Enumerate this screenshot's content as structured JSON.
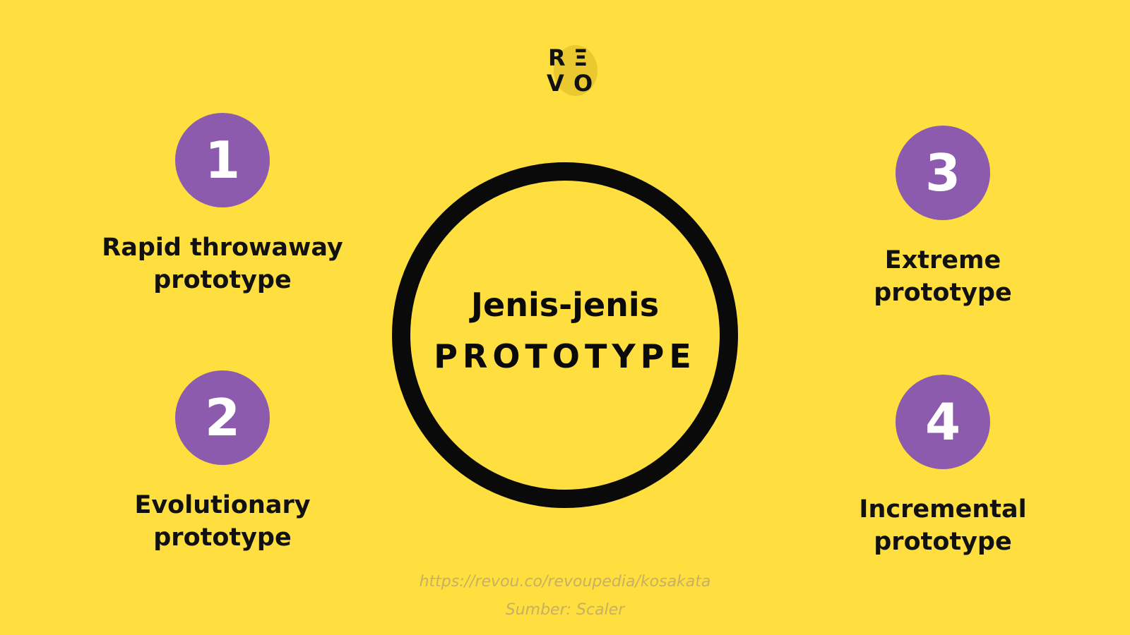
{
  "logo": {
    "letters": [
      "R",
      "Ξ",
      "V",
      "O"
    ]
  },
  "center": {
    "line1": "Jenis-jenis",
    "line2": "PROTOTYPE"
  },
  "items": [
    {
      "number": "1",
      "label": "Rapid throwaway\nprototype"
    },
    {
      "number": "2",
      "label": "Evolutionary\nprototype"
    },
    {
      "number": "3",
      "label": "Extreme\nprototype"
    },
    {
      "number": "4",
      "label": "Incremental\nprototype"
    }
  ],
  "footer": {
    "url": "https://revou.co/revoupedia/kosakata",
    "source": "Sumber: Scaler"
  },
  "colors": {
    "background": "#FEDF3F",
    "badge": "#8C5BAE",
    "ring": "#0a0a0a",
    "footer_text": "#C9B060"
  }
}
